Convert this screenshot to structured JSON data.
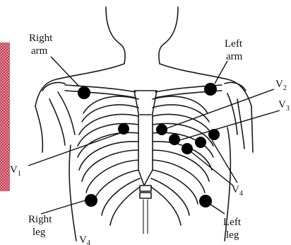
{
  "labels": {
    "right_arm": [
      "Right",
      "arm"
    ],
    "left_arm": [
      "Left",
      "arm"
    ],
    "right_leg": [
      "Right",
      "leg"
    ],
    "left_leg": [
      "Left",
      "leg"
    ],
    "v1": {
      "main": "V",
      "sub": "1"
    },
    "v2": {
      "main": "V",
      "sub": "2"
    },
    "v3": {
      "main": "V",
      "sub": "3"
    },
    "v4": {
      "main": "V",
      "sub": "4"
    },
    "v4_bottom": {
      "main": "V",
      "sub": "4"
    }
  },
  "colors": {
    "line": "#1a1a1a",
    "electrode": "#000000",
    "edge_strip": "#c0394a",
    "background": "#ffffff"
  },
  "electrodes": [
    "right-arm",
    "left-arm",
    "v1",
    "v2",
    "v3",
    "v4",
    "v5",
    "v6",
    "right-leg",
    "left-leg"
  ]
}
